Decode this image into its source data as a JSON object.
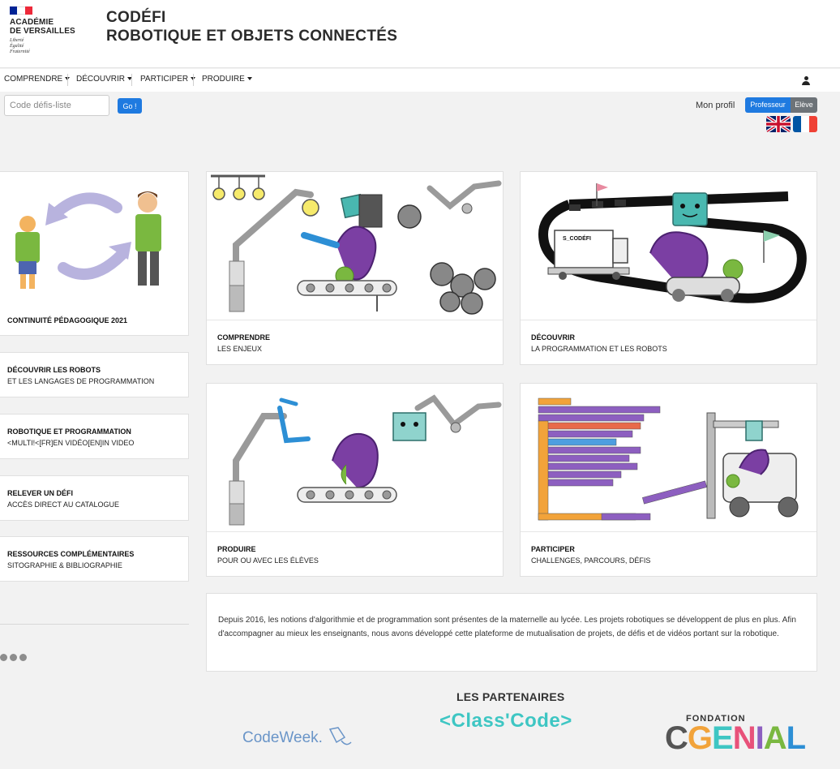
{
  "header": {
    "logo_line1": "ACADÉMIE",
    "logo_line2": "DE VERSAILLES",
    "devise": [
      "Liberté",
      "Égalité",
      "Fraternité"
    ],
    "title_line1": "CODÉFI",
    "title_line2": "ROBOTIQUE ET OBJETS CONNECTÉS"
  },
  "nav": {
    "items": [
      "COMPRENDRE",
      "DÉCOUVRIR",
      "PARTICIPER",
      "PRODUIRE"
    ]
  },
  "search": {
    "placeholder": "Code défis-liste",
    "value": "",
    "button_label": "Go !"
  },
  "profile": {
    "label": "Mon profil",
    "options": [
      "Professeur",
      "Elève"
    ],
    "selected": "Professeur"
  },
  "left_cards": [
    {
      "title": "CONTINUITÉ PÉDAGOGIQUE 2021",
      "subtitle": ""
    },
    {
      "title": "DÉCOUVRIR LES ROBOTS",
      "subtitle": "ET LES LANGAGES DE PROGRAMMATION"
    },
    {
      "title": "ROBOTIQUE ET PROGRAMMATION",
      "subtitle": "<MULTI!<[FR]EN VIDÉO[EN]IN VIDEO"
    },
    {
      "title": "RELEVER UN DÉFI",
      "subtitle": "ACCÈS DIRECT AU CATALOGUE"
    },
    {
      "title": "RESSOURCES COMPLÉMENTAIRES",
      "subtitle": "SITOGRAPHIE & BIBLIOGRAPHIE"
    }
  ],
  "main_cards": [
    {
      "title": "COMPRENDRE",
      "subtitle": "LES ENJEUX"
    },
    {
      "title": "DÉCOUVRIR",
      "subtitle": "LA PROGRAMMATION ET LES ROBOTS",
      "sign_text": "S_CODÉFI"
    },
    {
      "title": "PRODUIRE",
      "subtitle": "POUR OU AVEC LES ÉLÈVES"
    },
    {
      "title": "PARTICIPER",
      "subtitle": "CHALLENGES, PARCOURS, DÉFIS"
    }
  ],
  "description": "Depuis 2016, les notions d'algorithmie et de programmation sont présentes de la maternelle au lycée. Les projets robotiques se développent de plus en plus. Afin d'accompagner au mieux les enseignants, nous avons développé cette plateforme de mutualisation de projets, de défis et de vidéos portant sur la robotique.",
  "partners": {
    "title": "LES PARTENAIRES",
    "codeweek": "CodeWeek.",
    "classcode": "<Class'Code>",
    "fondation_line1": "FONDATION",
    "fondation_line2": "CGENIAL"
  },
  "colors": {
    "primary": "#1f7ae0",
    "secondary": "#6d7378",
    "purple": "#7b3fa3",
    "teal": "#49b8b0",
    "green": "#7ab840"
  }
}
